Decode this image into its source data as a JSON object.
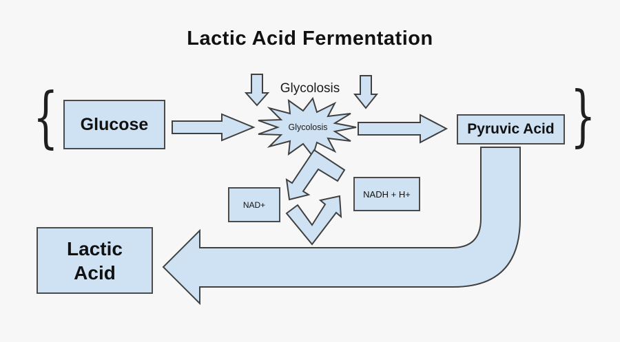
{
  "title": "Lactic Acid Fermentation",
  "colors": {
    "background": "#f7f7f7",
    "shape_fill": "#cfe2f3",
    "shape_stroke": "#404040",
    "box_border": "#4a4a4a",
    "text": "#111111"
  },
  "diagram": {
    "glycolysis_label": "Glycolosis",
    "burst_label": "Glycolosis",
    "glucose": "Glucose",
    "pyruvic_acid": "Pyruvic Acid",
    "nad_plus": "NAD+",
    "nadh": "NADH + H+",
    "lactic_acid": {
      "line1": "Lactic",
      "line2": "Acid"
    },
    "brace_left": "{",
    "brace_right": "}"
  }
}
